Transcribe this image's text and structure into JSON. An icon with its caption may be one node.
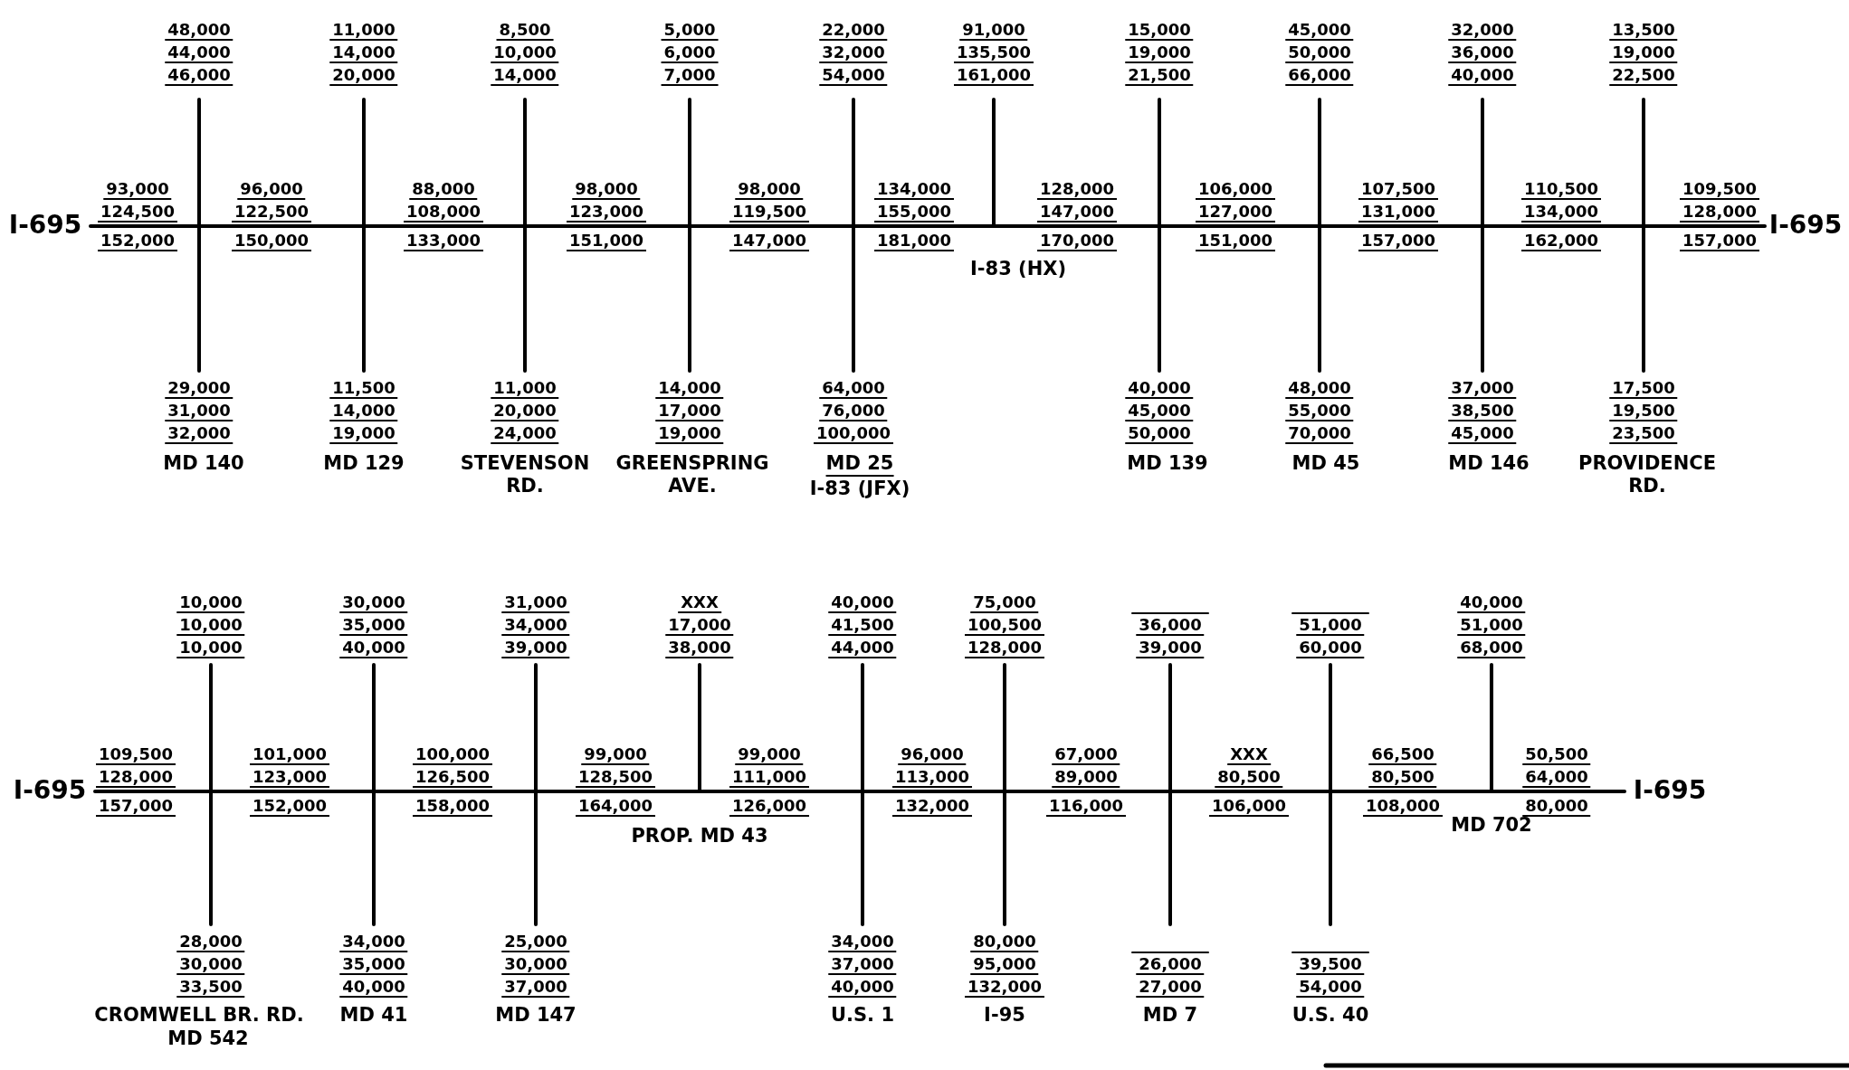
{
  "diagram": {
    "labels": [
      "48,000",
      "44,000",
      "46,000",
      "11,000",
      "14,000",
      "20,000",
      "8,500",
      "10,000",
      "14,000",
      "5,000",
      "6,000",
      "7,000",
      "22,000",
      "32,000",
      "54,000",
      "91,000",
      "135,500",
      "161,000",
      "15,000",
      "19,000",
      "21,500",
      "45,000",
      "50,000",
      "66,000",
      "32,000",
      "36,000",
      "40,000",
      "13,500",
      "19,000",
      "22,500",
      "I-695",
      "93,000",
      "124,500",
      "152,000",
      "96,000",
      "122,500",
      "150,000",
      "88,000",
      "108,000",
      "133,000",
      "98,000",
      "123,000",
      "151,000",
      "98,000",
      "119,500",
      "147,000",
      "134,000",
      "155,000",
      "181,000",
      "128,000",
      "147,000",
      "170,000",
      "106,000",
      "127,000",
      "151,000",
      "107,500",
      "131,000",
      "157,000",
      "110,500",
      "134,000",
      "162,000",
      "109,500",
      "128,000",
      "157,000",
      "I-695",
      "I-83 (HX)",
      "29,000",
      "31,000",
      "32,000",
      "11,500",
      "14,000",
      "19,000",
      "11,000",
      "20,000",
      "24,000",
      "14,000",
      "17,000",
      "19,000",
      "64,000",
      "76,000",
      "100,000",
      "40,000",
      "45,000",
      "50,000",
      "48,000",
      "55,000",
      "70,000",
      "37,000",
      "38,500",
      "45,000",
      "17,500",
      "19,500",
      "23,500",
      "MD 140",
      "MD 129",
      "STEVENSON RD.",
      "GREENSPRING AVE.",
      "MD 25",
      "I-83 (JFX)",
      "MD 139",
      "MD 45",
      "MD 146",
      "PROVIDENCE RD.",
      "10,000",
      "10,000",
      "10,000",
      "30,000",
      "35,000",
      "40,000",
      "31,000",
      "34,000",
      "39,000",
      "XXX",
      "17,000",
      "38,000",
      "40,000",
      "41,500",
      "44,000",
      "75,000",
      "100,500",
      "128,000",
      "36,000",
      "39,000",
      "51,000",
      "60,000",
      "40,000",
      "51,000",
      "68,000",
      "I-695",
      "109,500",
      "128,000",
      "157,000",
      "101,000",
      "123,000",
      "152,000",
      "100,000",
      "126,500",
      "158,000",
      "99,000",
      "128,500",
      "164,000",
      "99,000",
      "111,000",
      "126,000",
      "96,000",
      "113,000",
      "132,000",
      "67,000",
      "89,000",
      "116,000",
      "XXX",
      "80,500",
      "106,000",
      "66,500",
      "80,500",
      "108,000",
      "50,500",
      "64,000",
      "80,000",
      "I-695",
      "PROP. MD 43",
      "MD 702",
      "28,000",
      "30,000",
      "33,500",
      "34,000",
      "35,000",
      "40,000",
      "25,000",
      "30,000",
      "37,000",
      "34,000",
      "37,000",
      "40,000",
      "80,000",
      "95,000",
      "132,000",
      "26,000",
      "27,000",
      "39,500",
      "54,000",
      "CROMWELL BR. RD.",
      "MD 542",
      "MD 41",
      "MD 147",
      "U.S. 1",
      "I-95",
      "MD 7",
      "U.S. 40"
    ]
  }
}
